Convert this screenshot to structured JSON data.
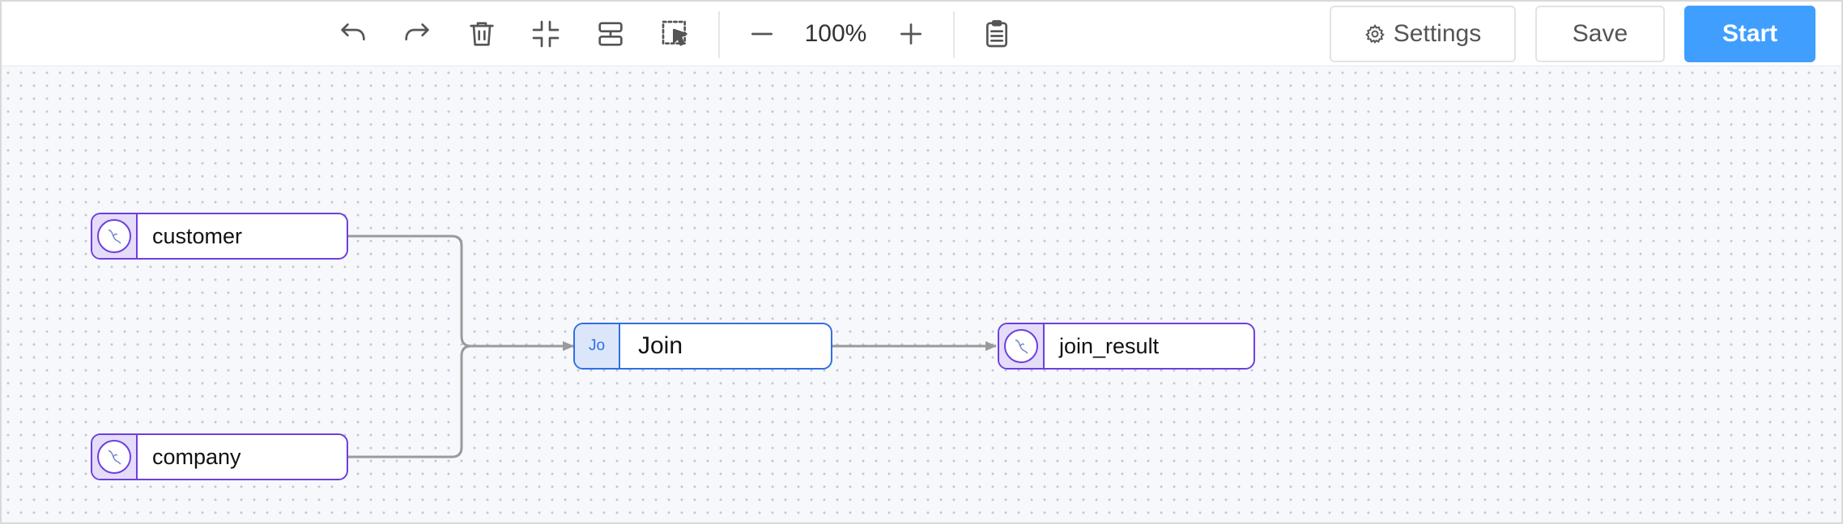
{
  "toolbar": {
    "icons": [
      "undo-icon",
      "redo-icon",
      "trash-icon",
      "collapse-icon",
      "align-icon",
      "select-area-icon",
      "zoom-out-icon",
      "zoom-in-icon",
      "clipboard-icon"
    ],
    "zoom": "100%",
    "settings_label": "Settings",
    "save_label": "Save",
    "start_label": "Start"
  },
  "nodes": {
    "customer": {
      "label": "customer",
      "icon": "mysql-icon"
    },
    "company": {
      "label": "company",
      "icon": "mysql-icon"
    },
    "join": {
      "label": "Join",
      "badge": "Jo"
    },
    "join_result": {
      "label": "join_result",
      "icon": "mysql-icon"
    }
  },
  "edges": [
    {
      "from": "customer",
      "to": "join"
    },
    {
      "from": "company",
      "to": "join"
    },
    {
      "from": "join",
      "to": "join_result"
    }
  ],
  "colors": {
    "primary": "#409eff",
    "source_border": "#6d3fe0",
    "join_border": "#2f6fe4",
    "edge": "#9a9a9a"
  }
}
